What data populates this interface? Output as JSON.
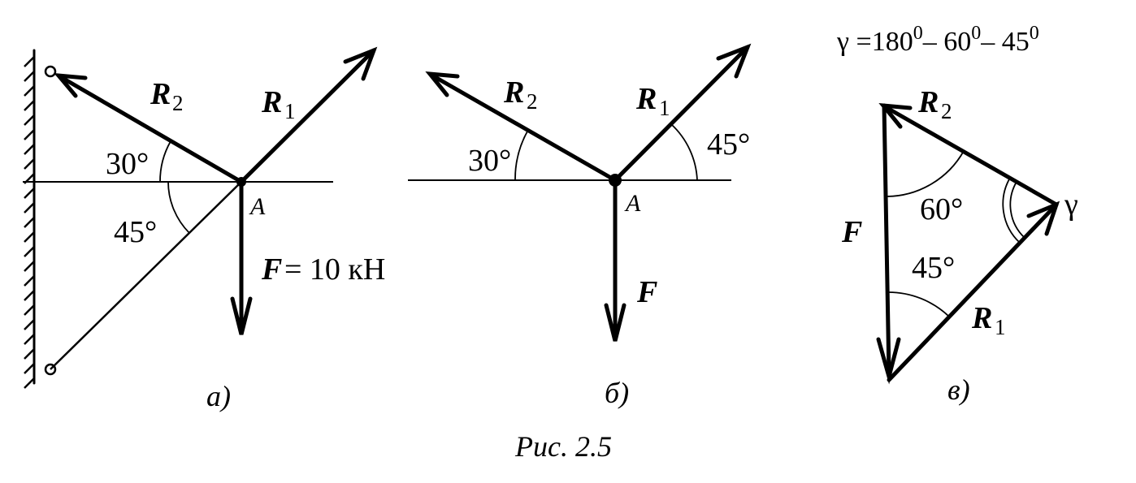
{
  "figure_a": {
    "r2": "R",
    "r2_sub": "2",
    "r1": "R",
    "r1_sub": "1",
    "angle_30": "30°",
    "angle_45": "45°",
    "point": "A",
    "force": "F",
    "force_value": "= 10 кН",
    "caption": "а)"
  },
  "figure_b": {
    "r2": "R",
    "r2_sub": "2",
    "r1": "R",
    "r1_sub": "1",
    "angle_30": "30°",
    "angle_45": "45°",
    "point": "A",
    "force": "F",
    "caption": "б)"
  },
  "figure_c": {
    "formula_lhs": "γ =180",
    "formula_mid1": "– 60",
    "formula_mid2": "– 45",
    "formula_deg": "0",
    "r2": "R",
    "r2_sub": "2",
    "force": "F",
    "angle_60": "60°",
    "angle_45": "45°",
    "gamma": "γ",
    "r1": "R",
    "r1_sub": "1",
    "caption": "в)"
  },
  "figure_caption": "Рис. 2.5"
}
